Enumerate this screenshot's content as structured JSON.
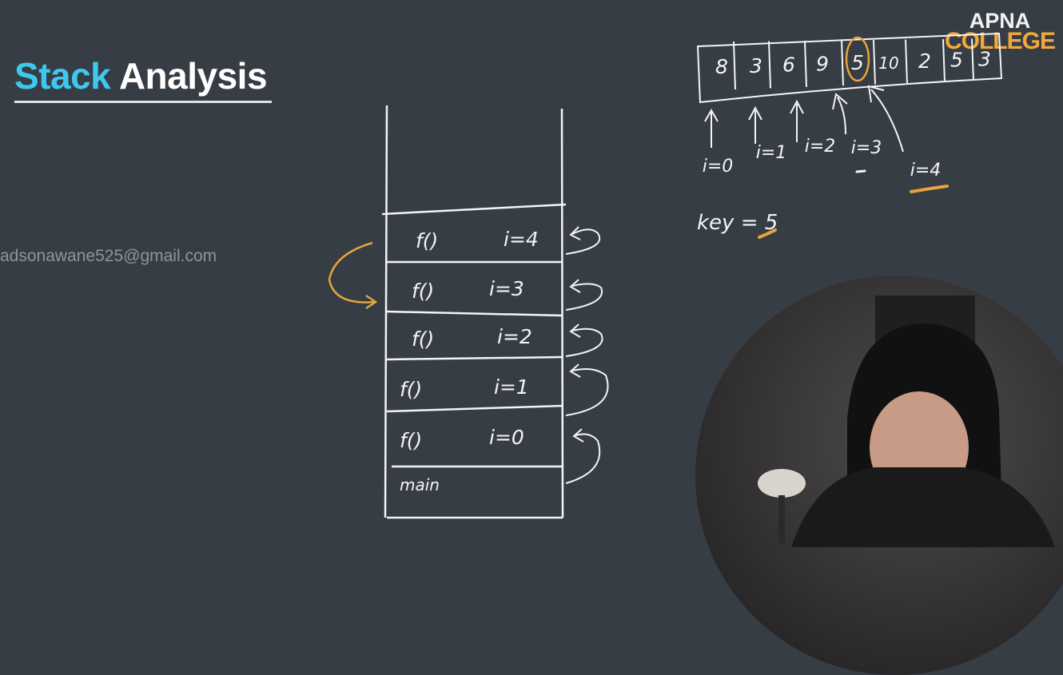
{
  "title": {
    "word1": "Stack",
    "word2": "Analysis"
  },
  "watermark": "adsonawane525@gmail.com",
  "brand": {
    "line1": "APNA",
    "line2": "COLLEGE"
  },
  "array": {
    "cells": [
      "8",
      "3",
      "6",
      "9",
      "5",
      "10",
      "2",
      "5",
      "3"
    ],
    "highlighted_index": 4,
    "index_labels": [
      "i=0",
      "i=1",
      "i=2",
      "i=3",
      "i=4"
    ],
    "key_label": "key = 5"
  },
  "stack": {
    "frames": [
      {
        "name": "f()",
        "index": "i=4"
      },
      {
        "name": "f()",
        "index": "i=3"
      },
      {
        "name": "f()",
        "index": "i=2"
      },
      {
        "name": "f()",
        "index": "i=1"
      },
      {
        "name": "f()",
        "index": "i=0"
      },
      {
        "name": "main",
        "index": ""
      }
    ]
  },
  "colors": {
    "background": "#373d45",
    "chalk": "#f4f4f4",
    "accent_orange": "#e8a33c",
    "title_cyan": "#3ec8ee"
  }
}
